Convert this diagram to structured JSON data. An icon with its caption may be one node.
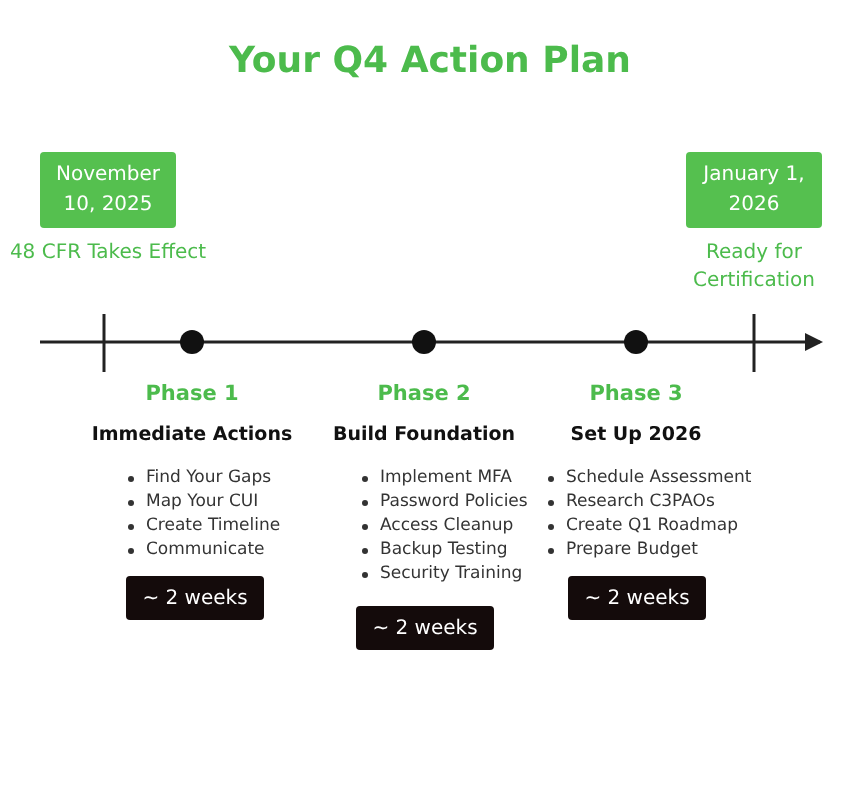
{
  "diagram": {
    "title": "Your Q4 Action Plan",
    "nodes": [
      {
        "text": [
          "November 10, 2025"
        ],
        "beside": [
          "48 CFR Takes Effect"
        ]
      },
      {
        "text": [
          "January 1, 2026"
        ],
        "beside": [
          "Ready for Certification"
        ]
      },
      {
        "text": [
          "~ 2 weeks"
        ]
      },
      {
        "text": [
          "~ 2 weeks"
        ]
      },
      {
        "text": [
          "~ 2 weeks"
        ]
      }
    ],
    "labels": [
      "Phase 1",
      "Immediate Actions",
      "Find Your Gaps",
      "Map Your CUI",
      "Create Timeline",
      "Communicate",
      "Phase 2",
      "Build Foundation",
      "Implement MFA",
      "Password Policies",
      "Access Cleanup",
      "Backup Testing",
      "Security Training",
      "Phase 3",
      "Set Up 2026",
      "Schedule Assessment",
      "Research C3PAOs",
      "Create Q1 Roadmap",
      "Prepare Budget"
    ]
  }
}
